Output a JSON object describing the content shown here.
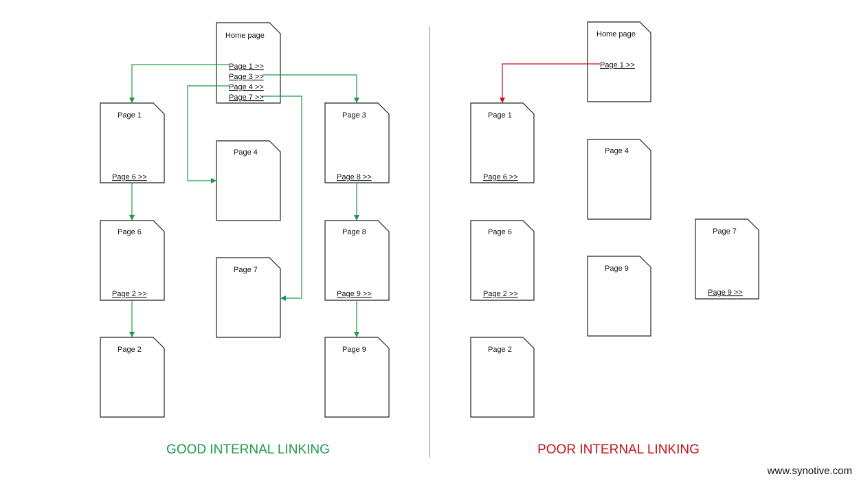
{
  "colors": {
    "good": "#1e9a4a",
    "poor": "#c0121a",
    "doc_border": "#222222",
    "divider": "#888888"
  },
  "good": {
    "caption": "GOOD INTERNAL LINKING",
    "home": {
      "title": "Home page",
      "links": [
        "Page 1 >>",
        "Page 3 >>",
        "Page 4 >>",
        "Page 7 >>"
      ]
    },
    "docs": {
      "page1": {
        "title": "Page 1",
        "link": "Page 6 >>"
      },
      "page6": {
        "title": "Page 6",
        "link": "Page 2 >>"
      },
      "page2": {
        "title": "Page 2"
      },
      "page4": {
        "title": "Page 4"
      },
      "page7": {
        "title": "Page 7"
      },
      "page3": {
        "title": "Page 3",
        "link": "Page 8 >>"
      },
      "page8": {
        "title": "Page 8",
        "link": "Page 9 >>"
      },
      "page9": {
        "title": "Page 9"
      }
    }
  },
  "poor": {
    "caption": "POOR INTERNAL LINKING",
    "home": {
      "title": "Home page",
      "links": [
        "Page 1 >>"
      ]
    },
    "docs": {
      "page1": {
        "title": "Page 1",
        "link": "Page 6 >>"
      },
      "page6": {
        "title": "Page 6",
        "link": "Page 2 >>"
      },
      "page2": {
        "title": "Page 2"
      },
      "page4": {
        "title": "Page 4"
      },
      "page9": {
        "title": "Page 9"
      },
      "page7": {
        "title": "Page 7",
        "link": "Page 9 >>"
      }
    }
  },
  "credit": "www.synotive.com"
}
